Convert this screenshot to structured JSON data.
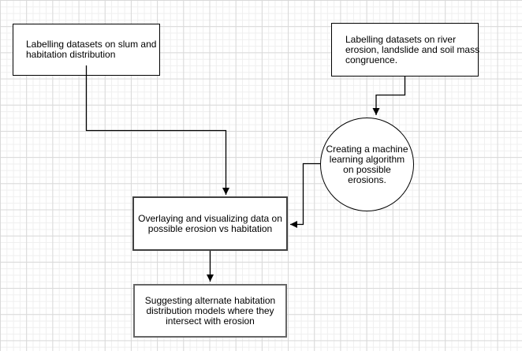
{
  "canvas": {
    "type": "diagram-grid-canvas",
    "colors": {
      "background": "#ffffff",
      "grid_minor": "#efefef",
      "grid_major": "#d9d9d9",
      "shape_fill": "#ffffff",
      "shape_border": "#000000",
      "connector": "#000000",
      "text": "#000000"
    }
  },
  "nodes": {
    "slum_datasets": {
      "shape": "rectangle",
      "text_align": "left",
      "lines": [
        "Labelling datasets on slum and",
        "habitation distribution"
      ]
    },
    "erosion_datasets": {
      "shape": "rectangle",
      "text_align": "left",
      "lines": [
        "Labelling datasets on river",
        "erosion, landslide and soil mass",
        "congruence."
      ]
    },
    "ml_algorithm": {
      "shape": "circle",
      "text_align": "center",
      "lines": [
        "Creating a machine",
        "learning algorithm",
        "on possible",
        "erosions."
      ]
    },
    "overlay_visualization": {
      "shape": "rectangle",
      "text_align": "center",
      "lines": [
        "Overlaying and visualizing data on",
        "possible erosion vs habitation"
      ]
    },
    "alternate_habitation": {
      "shape": "rectangle",
      "text_align": "center",
      "lines": [
        "Suggesting alternate habitation",
        "distribution models where they",
        "intersect with erosion"
      ]
    }
  },
  "connectors": [
    {
      "from": "slum_datasets",
      "to": "overlay_visualization",
      "style": "elbow",
      "arrow": "filled-triangle"
    },
    {
      "from": "erosion_datasets",
      "to": "ml_algorithm",
      "style": "elbow",
      "arrow": "filled-triangle"
    },
    {
      "from": "ml_algorithm",
      "to": "overlay_visualization",
      "style": "elbow",
      "arrow": "filled-triangle"
    },
    {
      "from": "overlay_visualization",
      "to": "alternate_habitation",
      "style": "straight",
      "arrow": "filled-triangle"
    }
  ]
}
